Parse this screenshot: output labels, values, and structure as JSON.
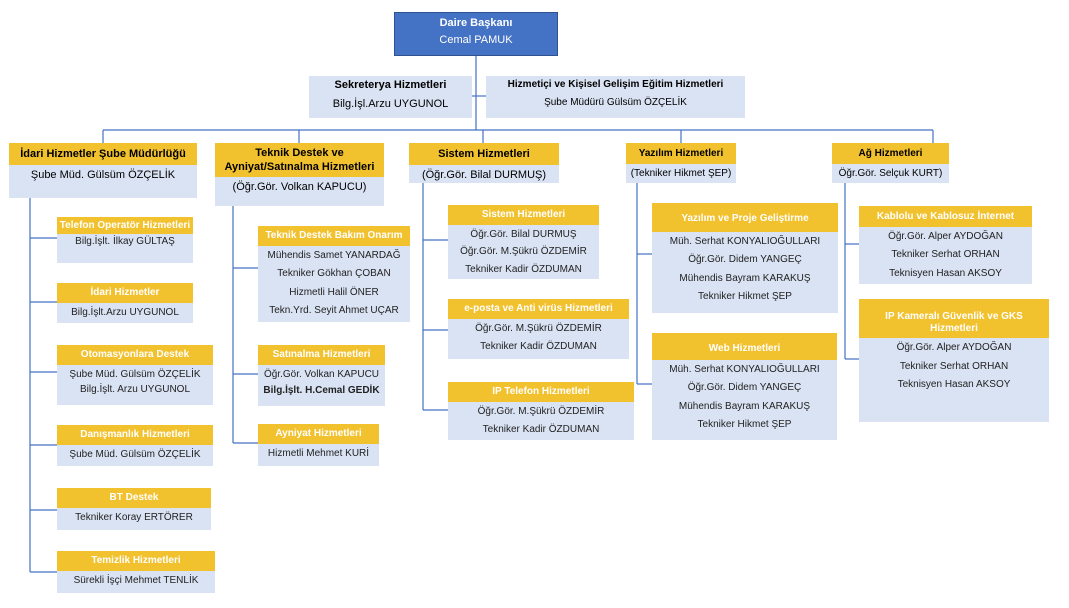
{
  "head": {
    "title": "Daire Başkanı",
    "name": "Cemal PAMUK"
  },
  "staff": [
    {
      "title": "Sekreterya Hizmetleri",
      "lines": [
        "Bilg.İşl.Arzu UYGUNOL"
      ]
    },
    {
      "title": "Hizmetiçi ve Kişisel Gelişim Eğitim Hizmetleri",
      "lines": [
        "Şube Müdürü Gülsüm ÖZÇELİK"
      ]
    }
  ],
  "departments": [
    {
      "title": "İdari Hizmetler Şube Müdürlüğü",
      "lines": [
        "Şube Müd. Gülsüm ÖZÇELİK"
      ]
    },
    {
      "title": "Teknik Destek ve Ayniyat/Satınalma Hizmetleri",
      "lines": [
        "(Öğr.Gör. Volkan KAPUCU)"
      ]
    },
    {
      "title": "Sistem Hizmetleri",
      "lines": [
        "(Öğr.Gör. Bilal DURMUŞ)"
      ]
    },
    {
      "title": "Yazılım Hizmetleri",
      "lines": [
        "(Tekniker Hikmet ŞEP)"
      ]
    },
    {
      "title": "Ağ Hizmetleri",
      "lines": [
        "Öğr.Gör. Selçuk KURT)"
      ]
    }
  ],
  "units": [
    [
      {
        "title": "Telefon Operatör Hizmetleri",
        "lines": [
          "Bilg.İşlt. İlkay GÜLTAŞ"
        ]
      },
      {
        "title": "İdari Hizmetler",
        "lines": [
          "Bilg.İşlt.Arzu UYGUNOL"
        ]
      },
      {
        "title": "Otomasyonlara Destek",
        "lines": [
          "Şube Müd. Gülsüm ÖZÇELİK",
          "Bilg.İşlt. Arzu UYGUNOL"
        ]
      },
      {
        "title": "Danışmanlık Hizmetleri",
        "lines": [
          "Şube Müd. Gülsüm ÖZÇELİK"
        ]
      },
      {
        "title": "BT Destek",
        "lines": [
          "Tekniker Koray ERTÖRER"
        ]
      },
      {
        "title": "Temizlik Hizmetleri",
        "lines": [
          "Sürekli İşçi Mehmet TENLİK"
        ]
      }
    ],
    [
      {
        "title": "Teknik Destek Bakım Onarım",
        "lines": [
          "Mühendis Samet YANARDAĞ",
          "Tekniker Gökhan ÇOBAN",
          "Hizmetli Halil ÖNER",
          "Tekn.Yrd. Seyit Ahmet  UÇAR"
        ]
      },
      {
        "title": "Satınalma Hizmetleri",
        "lines": [
          "Öğr.Gör. Volkan KAPUCU",
          "Bilg.İşlt. H.Cemal GEDİK"
        ]
      },
      {
        "title": "Ayniyat Hizmetleri",
        "lines": [
          "Hizmetli Mehmet KURİ"
        ]
      }
    ],
    [
      {
        "title": "Sistem Hizmetleri",
        "lines": [
          "Öğr.Gör. Bilal DURMUŞ",
          "Öğr.Gör. M.Şükrü ÖZDEMİR",
          "Tekniker Kadir ÖZDUMAN"
        ]
      },
      {
        "title": "e-posta ve Anti virüs Hizmetleri",
        "lines": [
          "Öğr.Gör. M.Şükrü ÖZDEMİR",
          "Tekniker Kadir ÖZDUMAN"
        ]
      },
      {
        "title": "IP Telefon Hizmetleri",
        "lines": [
          "Öğr.Gör. M.Şükrü ÖZDEMİR",
          "Tekniker Kadir ÖZDUMAN"
        ]
      }
    ],
    [
      {
        "title": "Yazılım ve Proje Geliştirme",
        "lines": [
          "Müh. Serhat KONYALIOĞULLARI",
          "Öğr.Gör. Didem YANGEÇ",
          "Mühendis Bayram KARAKUŞ",
          "Tekniker Hikmet ŞEP"
        ]
      },
      {
        "title": "Web Hizmetleri",
        "lines": [
          "Müh. Serhat KONYALIOĞULLARI",
          "Öğr.Gör. Didem YANGEÇ",
          "Mühendis Bayram KARAKUŞ",
          "Tekniker Hikmet ŞEP"
        ]
      }
    ],
    [
      {
        "title": "Kablolu ve Kablosuz İnternet",
        "lines": [
          "Öğr.Gör. Alper AYDOĞAN",
          "Tekniker Serhat ORHAN",
          "Teknisyen Hasan AKSOY"
        ]
      },
      {
        "title": "IP Kameralı Güvenlik ve GKS Hizmetleri",
        "lines": [
          "Öğr.Gör. Alper AYDOĞAN",
          "Tekniker Serhat ORHAN",
          "Teknisyen Hasan AKSOY"
        ]
      }
    ]
  ]
}
